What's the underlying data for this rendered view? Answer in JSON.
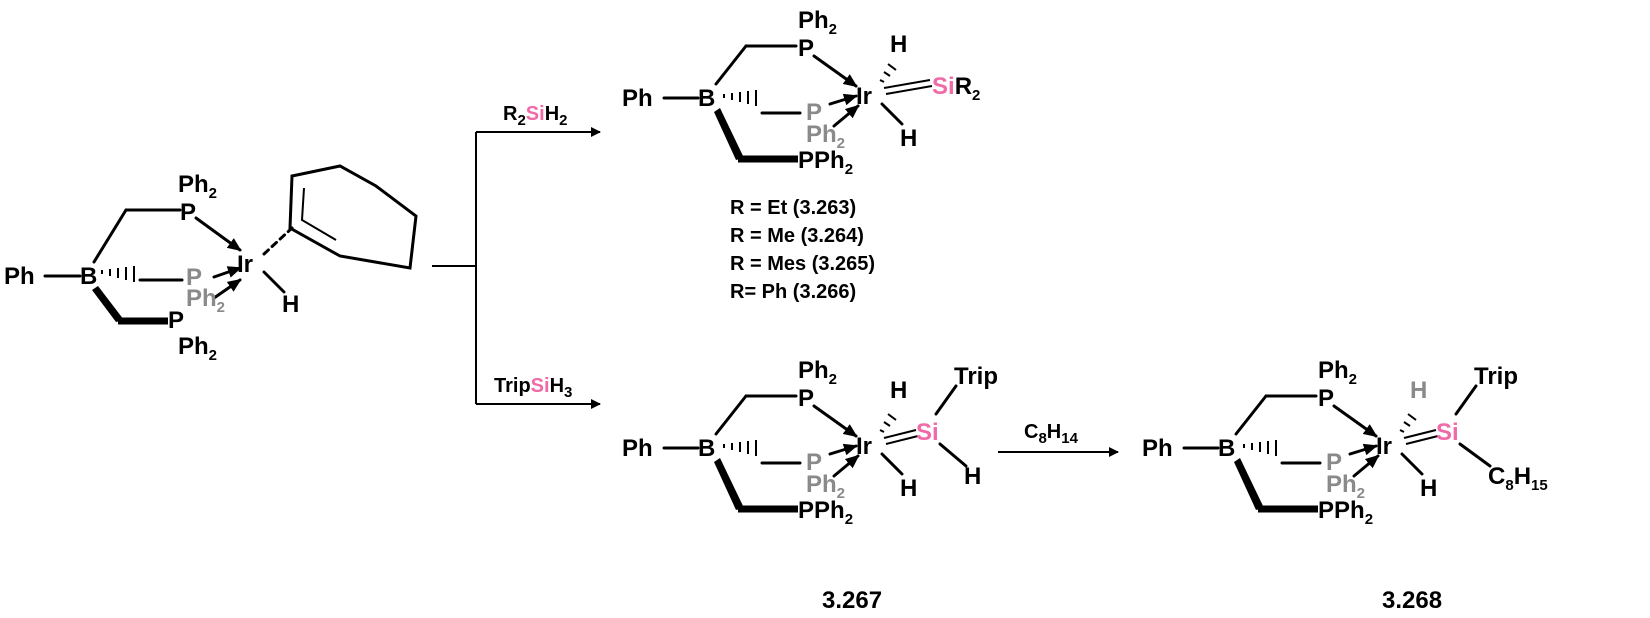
{
  "colors": {
    "silicon": "#f06aa8",
    "rear_phosphine": "#8a8a8a",
    "ink": "#000000"
  },
  "start": {
    "Ph": "Ph",
    "B": "B",
    "P": "P",
    "Ph2": "Ph",
    "two": "2",
    "Ir": "Ir",
    "H": "H"
  },
  "reagent_top": {
    "R": "R",
    "two": "2",
    "Si": "Si",
    "H": "H"
  },
  "reagent_bottom": {
    "Trip": "Trip",
    "Si": "Si",
    "H": "H",
    "three": "3"
  },
  "reagent_right": {
    "C": "C",
    "eight": "8",
    "H": "H",
    "fourteen": "14"
  },
  "product_top": {
    "Ph": "Ph",
    "B": "B",
    "P": "P",
    "Ph2": "Ph",
    "two": "2",
    "Ir": "Ir",
    "H": "H",
    "Si": "Si",
    "R": "R",
    "PPh": "PPh"
  },
  "variants": [
    "R = Et (3.263)",
    "R = Me (3.264)",
    "R = Mes (3.265)",
    "R= Ph (3.266)"
  ],
  "product_mid": {
    "Ph": "Ph",
    "B": "B",
    "P": "P",
    "Ph2": "Ph",
    "two": "2",
    "Ir": "Ir",
    "H": "H",
    "Si": "Si",
    "Trip": "Trip",
    "PPh": "PPh",
    "label": "3.267"
  },
  "product_right": {
    "Ph": "Ph",
    "B": "B",
    "P": "P",
    "Ph2": "Ph",
    "two": "2",
    "Ir": "Ir",
    "H": "H",
    "Si": "Si",
    "Trip": "Trip",
    "PPh": "PPh",
    "C": "C",
    "eight": "8",
    "fifteen": "15",
    "label": "3.268"
  }
}
